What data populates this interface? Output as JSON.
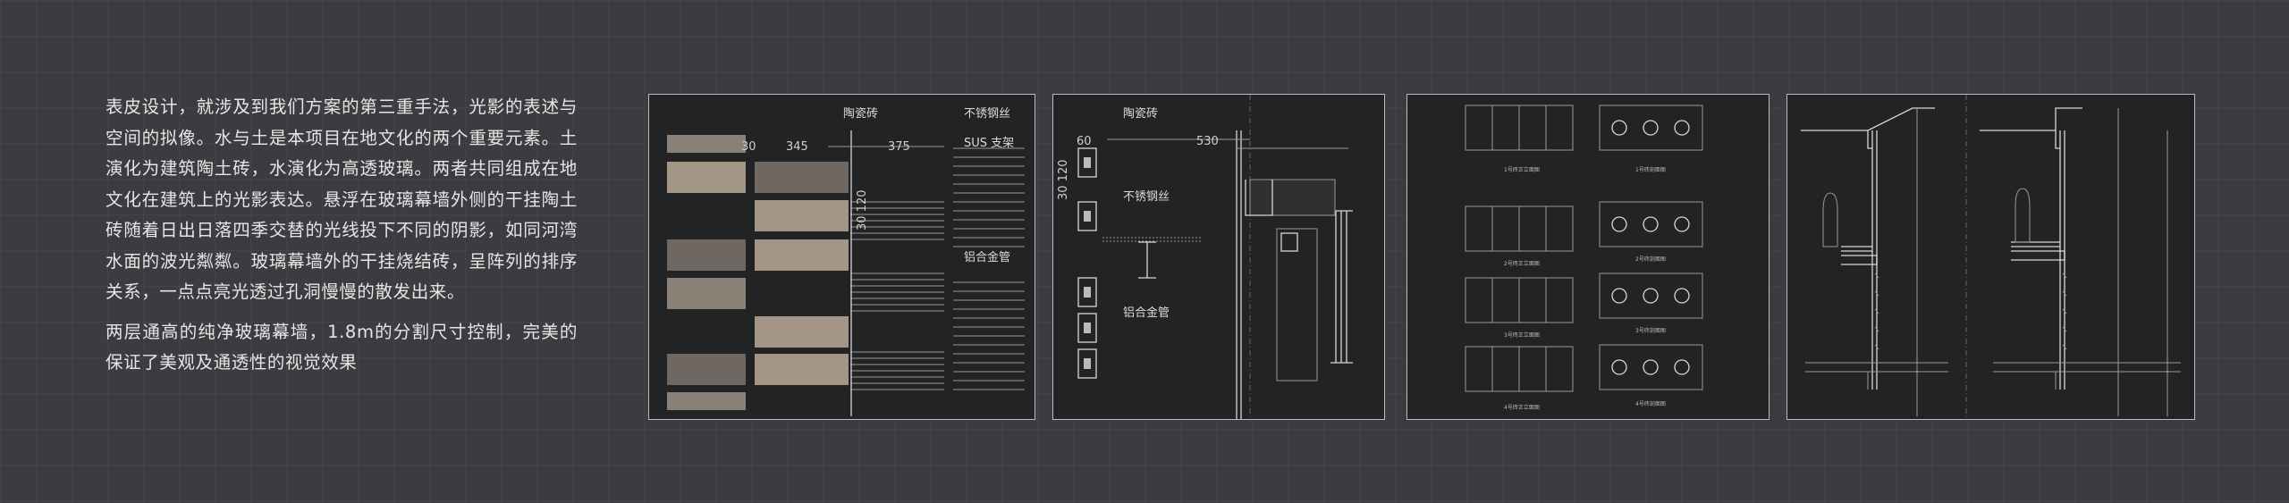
{
  "description": {
    "paragraphs": [
      "表皮设计，就涉及到我们方案的第三重手法，光影的表述与空间的拟像。水与土是本项目在地文化的两个重要元素。土演化为建筑陶土砖，水演化为高透玻璃。两者共同组成在地文化在建筑上的光影表达。悬浮在玻璃幕墙外侧的干挂陶土砖随着日出日落四季交替的光线投下不同的阴影，如同河湾水面的波光粼粼。玻璃幕墙外的干挂烧结砖，呈阵列的排序关系，一点点亮光透过孔洞慢慢的散发出来。",
      "两层通高的纯净玻璃幕墙，1.8m的分割尺寸控制，完美的保证了美观及通透性的视觉效果"
    ]
  },
  "panel1": {
    "labels": {
      "ceramic_brick": "陶瓷砖",
      "stainless_wire": "不锈钢丝",
      "sus_bracket": "SUS 支架",
      "aluminum_tube": "铝合金管"
    },
    "dimensions": {
      "d30": "30",
      "d345": "345",
      "d375": "375",
      "d30120": "30 120"
    },
    "colors": {
      "brick_dark": "#6f6862",
      "brick_mid": "#8a8075",
      "brick_light": "#a39686"
    }
  },
  "panel2": {
    "labels": {
      "ceramic_brick": "陶瓷砖",
      "stainless_wire": "不锈钢丝",
      "aluminum_tube": "铝合金管"
    },
    "dimensions": {
      "d60": "60",
      "d530": "530",
      "d30120": "30 120"
    }
  },
  "panel3": {
    "captions": {
      "c1_left": "1号砖正立面图",
      "c1_right": "1号砖剖面图",
      "c2_left": "2号砖正立面图",
      "c2_right": "2号砖剖面图",
      "c3_left": "3号砖正立面图",
      "c3_right": "3号砖剖面图",
      "c4_left": "4号砖正立面图",
      "c4_right": "4号砖剖面图"
    }
  }
}
